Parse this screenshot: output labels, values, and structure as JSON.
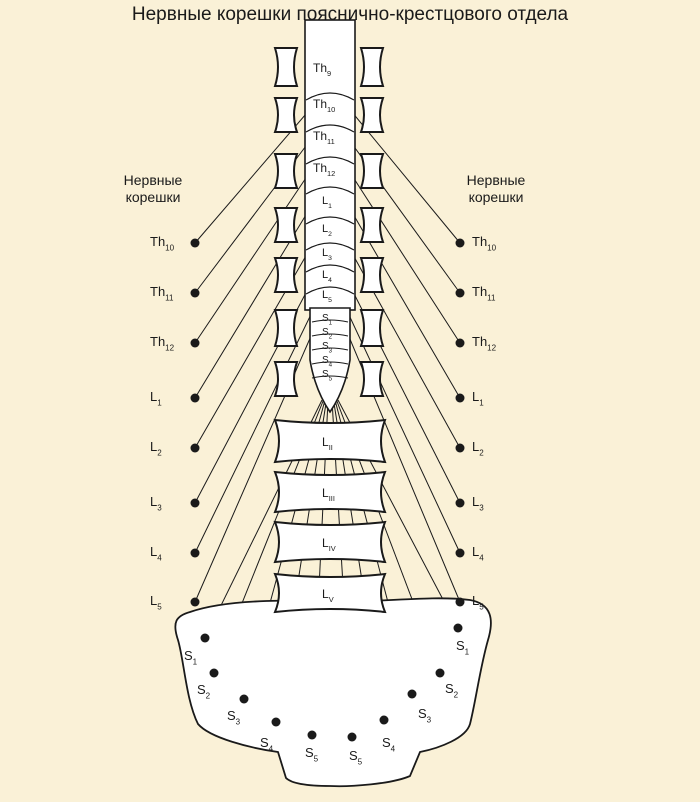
{
  "title": "Нервные корешки пояснично-крестцового отдела",
  "left_heading": [
    "Нервные",
    "корешки"
  ],
  "right_heading": [
    "Нервные",
    "корешки"
  ],
  "canal_labels": [
    {
      "base": "Th",
      "sub": "9"
    },
    {
      "base": "Th",
      "sub": "10"
    },
    {
      "base": "Th",
      "sub": "11"
    },
    {
      "base": "Th",
      "sub": "12"
    },
    {
      "base": "L",
      "sub": "1"
    },
    {
      "base": "L",
      "sub": "2"
    },
    {
      "base": "L",
      "sub": "3"
    },
    {
      "base": "L",
      "sub": "4"
    },
    {
      "base": "L",
      "sub": "5"
    }
  ],
  "conus_labels": [
    {
      "base": "S",
      "sub": "1"
    },
    {
      "base": "S",
      "sub": "2"
    },
    {
      "base": "S",
      "sub": "3"
    },
    {
      "base": "S",
      "sub": "4"
    },
    {
      "base": "S",
      "sub": "5"
    }
  ],
  "vertebra_labels": [
    {
      "base": "L",
      "sub": "II"
    },
    {
      "base": "L",
      "sub": "III"
    },
    {
      "base": "L",
      "sub": "IV"
    },
    {
      "base": "L",
      "sub": "V"
    }
  ],
  "left_roots": [
    {
      "base": "Th",
      "sub": "10"
    },
    {
      "base": "Th",
      "sub": "11"
    },
    {
      "base": "Th",
      "sub": "12"
    },
    {
      "base": "L",
      "sub": "1"
    },
    {
      "base": "L",
      "sub": "2"
    },
    {
      "base": "L",
      "sub": "3"
    },
    {
      "base": "L",
      "sub": "4"
    },
    {
      "base": "L",
      "sub": "5"
    }
  ],
  "right_roots": [
    {
      "base": "Th",
      "sub": "10"
    },
    {
      "base": "Th",
      "sub": "11"
    },
    {
      "base": "Th",
      "sub": "12"
    },
    {
      "base": "L",
      "sub": "1"
    },
    {
      "base": "L",
      "sub": "2"
    },
    {
      "base": "L",
      "sub": "3"
    },
    {
      "base": "L",
      "sub": "4"
    },
    {
      "base": "L",
      "sub": "5"
    }
  ],
  "sacral_roots_left": [
    {
      "base": "S",
      "sub": "1"
    },
    {
      "base": "S",
      "sub": "2"
    },
    {
      "base": "S",
      "sub": "3"
    },
    {
      "base": "S",
      "sub": "4"
    },
    {
      "base": "S",
      "sub": "5"
    }
  ],
  "sacral_roots_right": [
    {
      "base": "S",
      "sub": "1"
    },
    {
      "base": "S",
      "sub": "2"
    },
    {
      "base": "S",
      "sub": "3"
    },
    {
      "base": "S",
      "sub": "4"
    },
    {
      "base": "S",
      "sub": "5"
    }
  ],
  "colors": {
    "background": "#faf1d7",
    "ink": "#1a1a1a",
    "fill": "#ffffff"
  }
}
